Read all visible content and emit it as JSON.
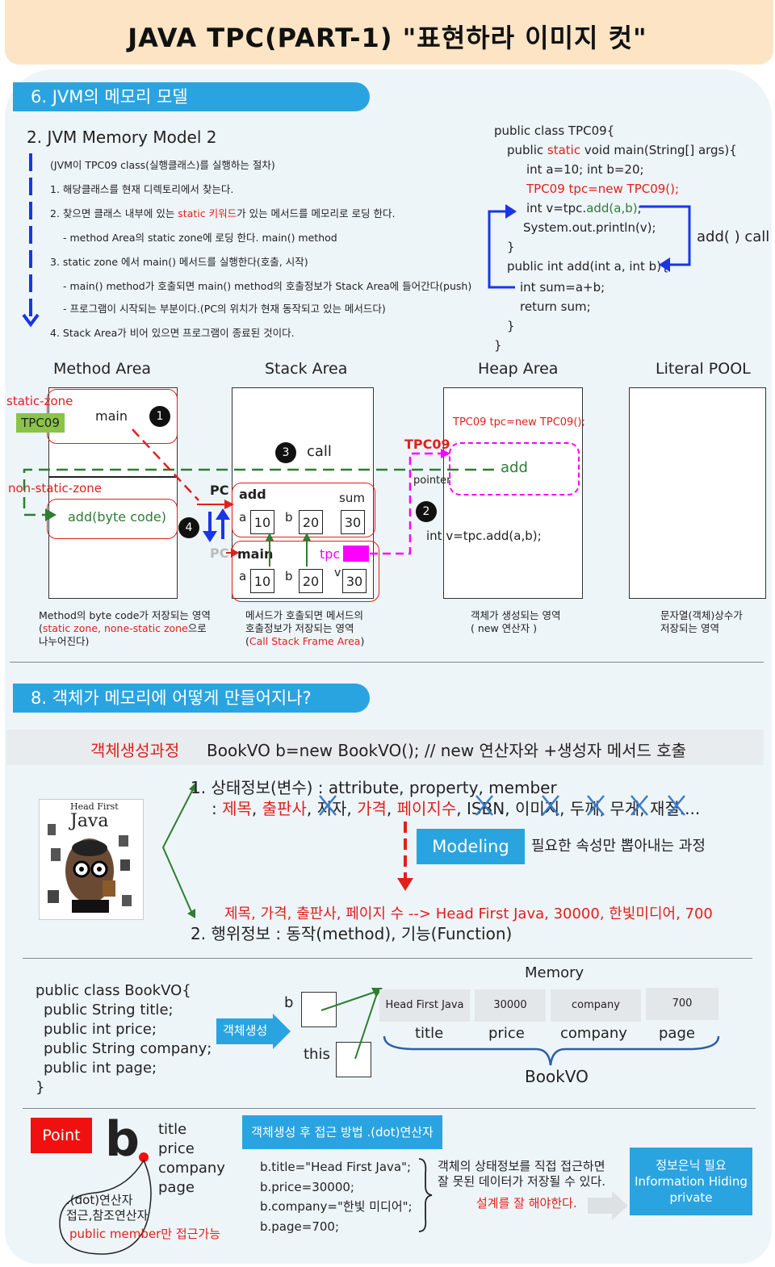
{
  "header": {
    "title": "JAVA TPC(PART-1)  \"표현하라 이미지 컷\""
  },
  "sec6": {
    "pill": "6. JVM의 메모리 모델",
    "subtitle": "2. JVM Memory Model 2",
    "steps": {
      "intro": "(JVM이 TPC09 class(실행클래스)를 실행하는 절차)",
      "s1": "1. 해당클래스를 현재 디렉토리에서 찾는다.",
      "s2_a": "2. 찾으면 클래스 내부에 있는 ",
      "s2_red": "static 키워드",
      "s2_b": "가 있는 메서드를 메모리로 로딩 한다.",
      "s2_sub": "- method Area의 static zone에 로딩 한다. main() method",
      "s3": "3. static zone 에서 main() 메서드를  실행한다(호출, 시작)",
      "s3_sub1": "- main() method가 호출되면 main() method의 호출정보가 Stack Area에 들어간다(push)",
      "s3_sub2": "- 프로그램이 시작되는 부분이다.(PC의 위치가 현재 동작되고 있는 메서드다)",
      "s4": "4. Stack Area가 비어 있으면 프로그램이 종료된 것이다."
    },
    "code": {
      "l1": "public class TPC09{",
      "l2a": "public ",
      "l2s": "static",
      "l2b": " void main(String[] args){",
      "l3": "int a=10; int b=20;",
      "l4": "TPC09 tpc=new TPC09();",
      "l5a": "int v=tpc.",
      "l5g": "add(a,b)",
      "l5b": ";",
      "l6": "System.out.println(v);",
      "l7": "}",
      "l8": "public int add(int a, int b){",
      "l9": "int sum=a+b;",
      "l10": "return sum;",
      "l11": "}",
      "l12": "}",
      "call_label": "add( ) call"
    },
    "areas": {
      "method": "Method Area",
      "stack": "Stack Area",
      "heap": "Heap Area",
      "literal": "Literal POOL"
    },
    "method_area": {
      "static_zone": "static-zone",
      "tpc09": "TPC09",
      "main": "main",
      "non_static_zone": "non-static-zone",
      "add_byte": "add(byte code)"
    },
    "stack_area": {
      "call": "call",
      "pc_top": "PC",
      "pc_bottom": "PC",
      "add": "add",
      "sum": "sum",
      "a": "a",
      "b": "b",
      "add_a": "10",
      "add_b": "20",
      "add_sum": "30",
      "main": "main",
      "tpc": "tpc",
      "main_a": "10",
      "main_b": "20",
      "v": "v",
      "main_v": "30"
    },
    "heap_area": {
      "new_stmt": "TPC09 tpc=new TPC09();",
      "tpc09": "TPC09",
      "add": "add",
      "pointer": "pointer",
      "int_v": "int v=tpc.add(a,b);"
    },
    "nums": {
      "n1": "1",
      "n2": "2",
      "n3": "3",
      "n4": "4"
    },
    "captions": {
      "method_l1": "Method의 byte code가 저장되는 영역",
      "method_l2_red": "static zone, none-static zone",
      "method_l2_b": "으로",
      "method_l3": "나누어진다)",
      "method_l2_a": "(",
      "stack_l1": "메서드가 호출되면 메서드의",
      "stack_l2": "호출정보가 저장되는 영역",
      "stack_l3_a": "(",
      "stack_l3_red": "Call Stack Frame Area",
      "stack_l3_b": ")",
      "heap_l1": "객체가 생성되는 영역",
      "heap_l2": "( new 연산자 )",
      "lit_l1": "문자열(객체)상수가",
      "lit_l2": "저장되는 영역"
    }
  },
  "sec8": {
    "pill": "8. 객체가 메모리에 어떻게 만들어지나?",
    "banner_red": "객체생성과정",
    "banner_code": "BookVO b=new BookVO();",
    "banner_rest": " // new 연산자와 +생성자 메서드 호출",
    "state_title": "1. 상태정보(변수) : attribute, property, member",
    "attrs": {
      "lead": ": ",
      "a1": "제목",
      "a2": "출판사",
      "a3": "저자",
      "a4": "가격",
      "a5": "페이지수",
      "a6": "ISBN",
      "a7": "이미지",
      "a8": "두께",
      "a9": "무게",
      "a10": "재질",
      "tail": "...."
    },
    "modeling": "Modeling",
    "modeling_desc": "필요한 속성만 뽑아내는 과정",
    "selected": "제목, 가격, 출판사, 페이지 수 --> Head First Java, 30000,  한빛미디어, 700",
    "behavior": "2. 행위정보 : 동작(method), 기능(Function)",
    "book_cover": {
      "top": "Head First",
      "title": "Java"
    },
    "class_code": {
      "l1": "public class BookVO{",
      "l2": "public String title;",
      "l3": "public int price;",
      "l4": "public String company;",
      "l5": "public int page;",
      "l6": "}"
    },
    "create_arrow": "객체생성",
    "ref_b": "b",
    "ref_this": "this",
    "memory_title": "Memory",
    "mem_values": [
      "Head First Java",
      "30000",
      "company",
      "700"
    ],
    "mem_fields": [
      "title",
      "price",
      "company",
      "page"
    ],
    "bookvo": "BookVO",
    "point": "Point",
    "b_letter": "b",
    "members": [
      "title",
      "price",
      "company",
      "page"
    ],
    "dot_op_l1": ".(dot)연산자",
    "dot_op_l2": "접근,참조연산자",
    "dot_op_red": "public member만 접근가능",
    "access_title": "객체생성 후 접근 방법 .(dot)연산자",
    "access_code": [
      "b.title=\"Head First Java\";",
      "b.price=30000;",
      "b.company=\"한빛 미디어\";",
      "b.page=700;"
    ],
    "warn_l1": "객체의 상태정보를 직접 접근하면",
    "warn_l2": "잘 못된 데이터가 저장될 수 있다.",
    "warn_red": "설계를 잘 해야한다.",
    "hiding_l1": "정보은닉 필요",
    "hiding_l2": "Information Hiding",
    "hiding_l3": "private"
  },
  "colors": {
    "accent": "#2aa4e0",
    "red": "#e0201c",
    "green": "#2e7d32",
    "magenta": "#ff00ff",
    "header": "#fce4c4"
  }
}
